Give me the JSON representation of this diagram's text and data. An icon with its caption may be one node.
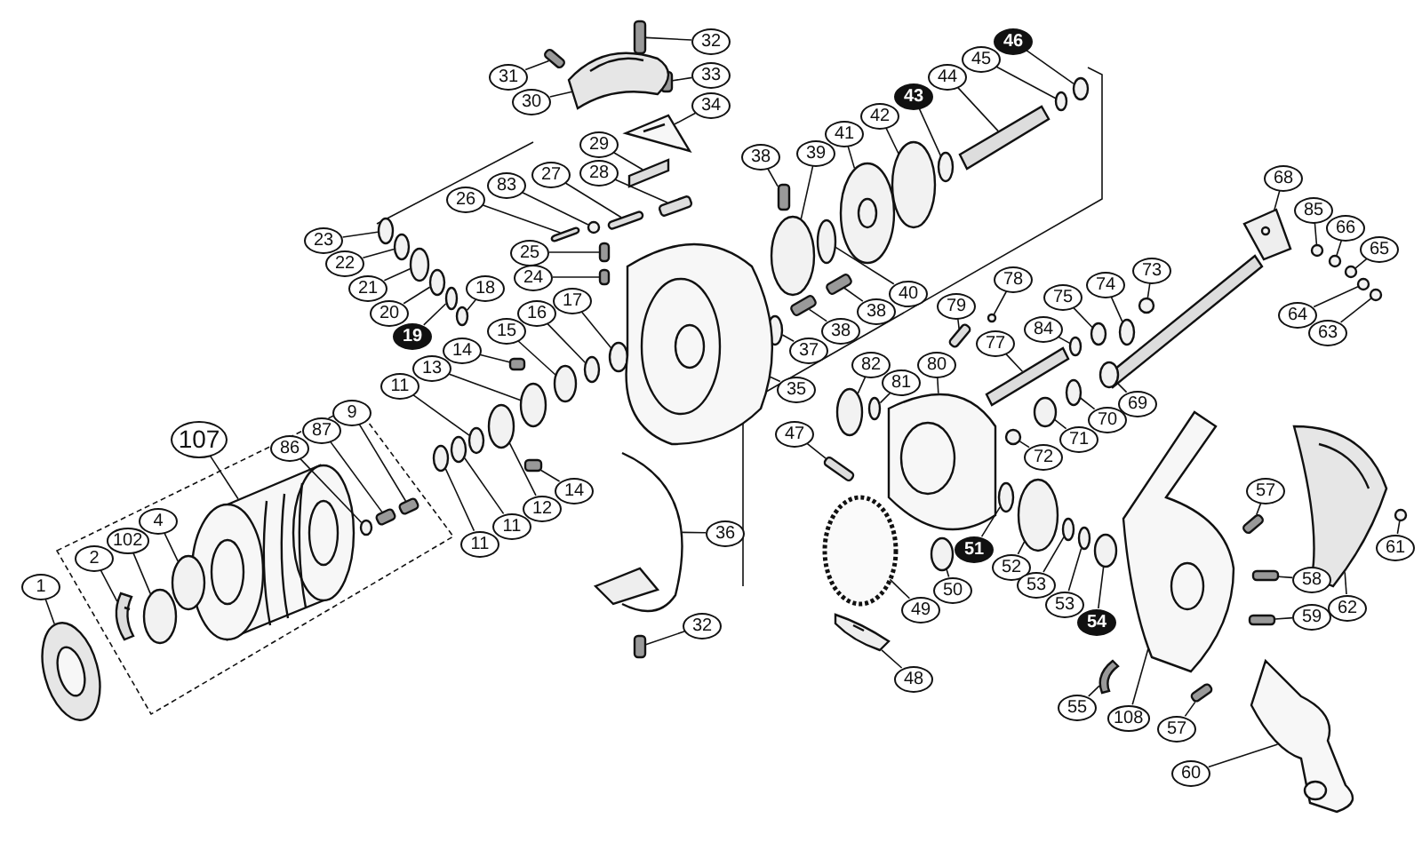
{
  "diagram": {
    "nodes": [
      {
        "text": [
          "32"
        ]
      },
      {
        "text": [
          "31"
        ]
      },
      {
        "text": [
          "33"
        ]
      },
      {
        "text": [
          "30"
        ]
      },
      {
        "text": [
          "34"
        ]
      },
      {
        "text": [
          "29"
        ]
      },
      {
        "text": [
          "28"
        ]
      },
      {
        "text": [
          "27"
        ]
      },
      {
        "text": [
          "83"
        ]
      },
      {
        "text": [
          "26"
        ]
      },
      {
        "text": [
          "25"
        ]
      },
      {
        "text": [
          "24"
        ]
      },
      {
        "text": [
          "23"
        ]
      },
      {
        "text": [
          "22"
        ]
      },
      {
        "text": [
          "21"
        ]
      },
      {
        "text": [
          "18"
        ]
      },
      {
        "text": [
          "17"
        ]
      },
      {
        "text": [
          "20"
        ]
      },
      {
        "text": [
          "16"
        ]
      },
      {
        "text": [
          "15"
        ]
      },
      {
        "text": [
          "19"
        ]
      },
      {
        "text": [
          "14"
        ]
      },
      {
        "text": [
          "13"
        ]
      },
      {
        "text": [
          "11"
        ]
      },
      {
        "text": [
          "9"
        ]
      },
      {
        "text": [
          "87"
        ]
      },
      {
        "text": [
          "107"
        ]
      },
      {
        "text": [
          "86"
        ]
      },
      {
        "text": [
          "4"
        ]
      },
      {
        "text": [
          "102"
        ]
      },
      {
        "text": [
          "2"
        ]
      },
      {
        "text": [
          "1"
        ]
      },
      {
        "text": [
          "14"
        ]
      },
      {
        "text": [
          "12"
        ]
      },
      {
        "text": [
          "11"
        ]
      },
      {
        "text": [
          "11"
        ]
      },
      {
        "text": [
          "36"
        ]
      },
      {
        "text": [
          "32"
        ]
      },
      {
        "text": [
          "46"
        ]
      },
      {
        "text": [
          "45"
        ]
      },
      {
        "text": [
          "44"
        ]
      },
      {
        "text": [
          "43"
        ]
      },
      {
        "text": [
          "42"
        ]
      },
      {
        "text": [
          "41"
        ]
      },
      {
        "text": [
          "39"
        ]
      },
      {
        "text": [
          "38"
        ]
      },
      {
        "text": [
          "68"
        ]
      },
      {
        "text": [
          "85"
        ]
      },
      {
        "text": [
          "66"
        ]
      },
      {
        "text": [
          "65"
        ]
      },
      {
        "text": [
          "73"
        ]
      },
      {
        "text": [
          "78"
        ]
      },
      {
        "text": [
          "40"
        ]
      },
      {
        "text": [
          "74"
        ]
      },
      {
        "text": [
          "79"
        ]
      },
      {
        "text": [
          "38"
        ]
      },
      {
        "text": [
          "75"
        ]
      },
      {
        "text": [
          "64"
        ]
      },
      {
        "text": [
          "84"
        ]
      },
      {
        "text": [
          "38"
        ]
      },
      {
        "text": [
          "63"
        ]
      },
      {
        "text": [
          "77"
        ]
      },
      {
        "text": [
          "37"
        ]
      },
      {
        "text": [
          "82"
        ]
      },
      {
        "text": [
          "80"
        ]
      },
      {
        "text": [
          "35"
        ]
      },
      {
        "text": [
          "81"
        ]
      },
      {
        "text": [
          "69"
        ]
      },
      {
        "text": [
          "70"
        ]
      },
      {
        "text": [
          "47"
        ]
      },
      {
        "text": [
          "71"
        ]
      },
      {
        "text": [
          "72"
        ]
      },
      {
        "text": [
          "57"
        ]
      },
      {
        "text": [
          "51"
        ]
      },
      {
        "text": [
          "61"
        ]
      },
      {
        "text": [
          "62"
        ]
      },
      {
        "text": [
          "52"
        ]
      },
      {
        "text": [
          "58"
        ]
      },
      {
        "text": [
          "53"
        ]
      },
      {
        "text": [
          "50"
        ]
      },
      {
        "text": [
          "53"
        ]
      },
      {
        "text": [
          "49"
        ]
      },
      {
        "text": [
          "59"
        ]
      },
      {
        "text": [
          "54"
        ]
      },
      {
        "text": [
          "48"
        ]
      },
      {
        "text": [
          "55"
        ]
      },
      {
        "text": [
          "108"
        ]
      },
      {
        "text": [
          "57"
        ]
      },
      {
        "text": [
          "60"
        ]
      },
      {
        "text": [],
        "shape": "box"
      },
      {
        "text": [],
        "shape": "box"
      },
      {
        "text": [],
        "shape": "box"
      },
      {
        "text": [],
        "shape": "picture"
      },
      {
        "text": [],
        "shape": "picture"
      },
      {
        "text": [],
        "shape": "bar"
      },
      {
        "text": [],
        "shape": "bar"
      },
      {
        "text": [],
        "shape": "bar"
      },
      {
        "text": [],
        "shape": "circle"
      },
      {
        "text": [],
        "shape": "bar"
      },
      {
        "text": [],
        "shape": "box"
      },
      {
        "text": [],
        "shape": "box"
      },
      {
        "text": [],
        "shape": "circle"
      },
      {
        "text": [],
        "shape": "circle"
      },
      {
        "text": [],
        "shape": "circle"
      },
      {
        "text": [],
        "shape": "circle"
      },
      {
        "text": [],
        "shape": "circle"
      },
      {
        "text": [],
        "shape": "circle"
      },
      {
        "text": [],
        "shape": "circle"
      },
      {
        "text": [],
        "shape": "circle"
      },
      {
        "text": [],
        "shape": "circle"
      },
      {
        "text": [],
        "shape": "box"
      },
      {
        "text": [],
        "shape": "circle"
      },
      {
        "text": [],
        "shape": "circle"
      },
      {
        "text": [],
        "shape": "box"
      },
      {
        "text": [],
        "shape": "box"
      },
      {
        "text": [],
        "shape": "picture"
      },
      {
        "text": [],
        "shape": "circle"
      },
      {
        "text": [],
        "shape": "circle"
      },
      {
        "text": [],
        "shape": "circle"
      },
      {
        "text": [],
        "shape": "picture"
      },
      {
        "text": [],
        "shape": "picture"
      },
      {
        "text": [],
        "shape": "box"
      },
      {
        "text": [],
        "shape": "circle"
      },
      {
        "text": [],
        "shape": "circle"
      },
      {
        "text": [],
        "shape": "circle"
      },
      {
        "text": [],
        "shape": "picture"
      },
      {
        "text": [],
        "shape": "box"
      },
      {
        "text": [],
        "shape": "circle"
      },
      {
        "text": [],
        "shape": "circle"
      },
      {
        "text": [],
        "shape": "bar"
      },
      {
        "text": [],
        "shape": "circle"
      },
      {
        "text": [],
        "shape": "circle"
      },
      {
        "text": [],
        "shape": "circle"
      },
      {
        "text": [],
        "shape": "circle"
      },
      {
        "text": [],
        "shape": "box"
      },
      {
        "text": [],
        "shape": "picture"
      },
      {
        "text": [],
        "shape": "circle"
      },
      {
        "text": [],
        "shape": "circle"
      },
      {
        "text": [],
        "shape": "circle"
      },
      {
        "text": [],
        "shape": "circle"
      },
      {
        "text": [],
        "shape": "circle"
      },
      {
        "text": [],
        "shape": "circle"
      },
      {
        "text": [],
        "shape": "circle"
      },
      {
        "text": [],
        "shape": "bar"
      },
      {
        "text": [],
        "shape": "box"
      },
      {
        "text": [],
        "shape": "circle"
      },
      {
        "text": [],
        "shape": "circle"
      },
      {
        "text": [],
        "shape": "circle"
      },
      {
        "text": [],
        "shape": "box"
      },
      {
        "text": [],
        "shape": "circle"
      },
      {
        "text": [],
        "shape": "bar"
      },
      {
        "text": [],
        "shape": "circle"
      },
      {
        "text": [],
        "shape": "circle"
      },
      {
        "text": [],
        "shape": "picture"
      },
      {
        "text": [],
        "shape": "picture"
      },
      {
        "text": [],
        "shape": "circle"
      },
      {
        "text": [],
        "shape": "circle"
      },
      {
        "text": [],
        "shape": "circle"
      },
      {
        "text": [],
        "shape": "bar"
      },
      {
        "text": [],
        "shape": "circle"
      },
      {
        "text": [],
        "shape": "circle"
      },
      {
        "text": [],
        "shape": "box"
      },
      {
        "text": [],
        "shape": "circle"
      },
      {
        "text": [],
        "shape": "circle"
      },
      {
        "text": [],
        "shape": "picture"
      },
      {
        "text": [],
        "shape": "circle"
      },
      {
        "text": [],
        "shape": "box"
      },
      {
        "text": [],
        "shape": "circle"
      },
      {
        "text": [],
        "shape": "circle"
      },
      {
        "text": [],
        "shape": "circle"
      },
      {
        "text": [],
        "shape": "circle"
      },
      {
        "text": [],
        "shape": "box"
      },
      {
        "text": [],
        "shape": "circle"
      },
      {
        "text": [],
        "shape": "picture"
      },
      {
        "text": [],
        "shape": "picture"
      },
      {
        "text": [],
        "shape": "picture"
      },
      {
        "text": [],
        "shape": "box"
      },
      {
        "text": [],
        "shape": "picture"
      }
    ],
    "edges": [
      {
        "from": 0,
        "to": 89,
        "arrow": "none"
      },
      {
        "from": 1,
        "to": 90,
        "arrow": "none"
      },
      {
        "from": 2,
        "to": 91,
        "arrow": "none"
      },
      {
        "from": 3,
        "to": 92,
        "arrow": "none"
      },
      {
        "from": 4,
        "to": 93,
        "arrow": "none"
      },
      {
        "from": 5,
        "to": 94,
        "arrow": "none"
      },
      {
        "from": 6,
        "to": 95,
        "arrow": "none"
      },
      {
        "from": 7,
        "to": 96,
        "arrow": "none"
      },
      {
        "from": 8,
        "to": 97,
        "arrow": "none"
      },
      {
        "from": 9,
        "to": 98,
        "arrow": "none"
      },
      {
        "from": 10,
        "to": 99,
        "arrow": "none"
      },
      {
        "from": 11,
        "to": 100,
        "arrow": "none"
      },
      {
        "from": 12,
        "to": 101,
        "arrow": "none"
      },
      {
        "from": 13,
        "to": 102,
        "arrow": "none"
      },
      {
        "from": 14,
        "to": 103,
        "arrow": "none"
      },
      {
        "from": 15,
        "to": 104,
        "arrow": "none"
      },
      {
        "from": 16,
        "to": 105,
        "arrow": "none"
      },
      {
        "from": 17,
        "to": 106,
        "arrow": "none"
      },
      {
        "from": 18,
        "to": 107,
        "arrow": "none"
      },
      {
        "from": 19,
        "to": 108,
        "arrow": "none"
      },
      {
        "from": 20,
        "to": 109,
        "arrow": "none"
      },
      {
        "from": 21,
        "to": 110,
        "arrow": "none"
      },
      {
        "from": 22,
        "to": 111,
        "arrow": "none"
      },
      {
        "from": 23,
        "to": 112,
        "arrow": "none"
      },
      {
        "from": 24,
        "to": 113,
        "arrow": "none"
      },
      {
        "from": 25,
        "to": 114,
        "arrow": "none"
      },
      {
        "from": 26,
        "to": 115,
        "arrow": "none"
      },
      {
        "from": 27,
        "to": 116,
        "arrow": "none"
      },
      {
        "from": 28,
        "to": 117,
        "arrow": "none"
      },
      {
        "from": 29,
        "to": 118,
        "arrow": "none"
      },
      {
        "from": 30,
        "to": 119,
        "arrow": "none"
      },
      {
        "from": 31,
        "to": 120,
        "arrow": "none"
      },
      {
        "from": 32,
        "to": 121,
        "arrow": "none"
      },
      {
        "from": 33,
        "to": 122,
        "arrow": "none"
      },
      {
        "from": 34,
        "to": 123,
        "arrow": "none"
      },
      {
        "from": 35,
        "to": 124,
        "arrow": "none"
      },
      {
        "from": 36,
        "to": 125,
        "arrow": "none"
      },
      {
        "from": 37,
        "to": 126,
        "arrow": "none"
      },
      {
        "from": 38,
        "to": 127,
        "arrow": "none"
      },
      {
        "from": 39,
        "to": 128,
        "arrow": "none"
      },
      {
        "from": 40,
        "to": 129,
        "arrow": "none"
      },
      {
        "from": 41,
        "to": 130,
        "arrow": "none"
      },
      {
        "from": 42,
        "to": 131,
        "arrow": "none"
      },
      {
        "from": 43,
        "to": 132,
        "arrow": "none"
      },
      {
        "from": 44,
        "to": 133,
        "arrow": "none"
      },
      {
        "from": 45,
        "to": 134,
        "arrow": "none"
      },
      {
        "from": 46,
        "to": 135,
        "arrow": "none"
      },
      {
        "from": 47,
        "to": 136,
        "arrow": "none"
      },
      {
        "from": 48,
        "to": 137,
        "arrow": "none"
      },
      {
        "from": 49,
        "to": 138,
        "arrow": "none"
      },
      {
        "from": 50,
        "to": 139,
        "arrow": "none"
      },
      {
        "from": 51,
        "to": 140,
        "arrow": "none"
      },
      {
        "from": 52,
        "to": 141,
        "arrow": "none"
      },
      {
        "from": 53,
        "to": 142,
        "arrow": "none"
      },
      {
        "from": 54,
        "to": 143,
        "arrow": "none"
      },
      {
        "from": 55,
        "to": 144,
        "arrow": "none"
      },
      {
        "from": 56,
        "to": 145,
        "arrow": "none"
      },
      {
        "from": 57,
        "to": 146,
        "arrow": "none"
      },
      {
        "from": 58,
        "to": 147,
        "arrow": "none"
      },
      {
        "from": 59,
        "to": 148,
        "arrow": "none"
      },
      {
        "from": 60,
        "to": 149,
        "arrow": "none"
      },
      {
        "from": 61,
        "to": 150,
        "arrow": "none"
      },
      {
        "from": 62,
        "to": 151,
        "arrow": "none"
      },
      {
        "from": 63,
        "to": 152,
        "arrow": "none"
      },
      {
        "from": 64,
        "to": 153,
        "arrow": "none"
      },
      {
        "from": 65,
        "to": 154,
        "arrow": "none"
      },
      {
        "from": 66,
        "to": 155,
        "arrow": "none"
      },
      {
        "from": 67,
        "to": 156,
        "arrow": "none"
      },
      {
        "from": 68,
        "to": 157,
        "arrow": "none"
      },
      {
        "from": 69,
        "to": 158,
        "arrow": "none"
      },
      {
        "from": 70,
        "to": 159,
        "arrow": "none"
      },
      {
        "from": 71,
        "to": 160,
        "arrow": "none"
      },
      {
        "from": 72,
        "to": 161,
        "arrow": "none"
      },
      {
        "from": 73,
        "to": 162,
        "arrow": "none"
      },
      {
        "from": 74,
        "to": 163,
        "arrow": "none"
      },
      {
        "from": 75,
        "to": 164,
        "arrow": "none"
      },
      {
        "from": 76,
        "to": 165,
        "arrow": "none"
      },
      {
        "from": 77,
        "to": 166,
        "arrow": "none"
      },
      {
        "from": 78,
        "to": 167,
        "arrow": "none"
      },
      {
        "from": 79,
        "to": 168,
        "arrow": "none"
      },
      {
        "from": 80,
        "to": 169,
        "arrow": "none"
      },
      {
        "from": 81,
        "to": 170,
        "arrow": "none"
      },
      {
        "from": 82,
        "to": 171,
        "arrow": "none"
      },
      {
        "from": 83,
        "to": 172,
        "arrow": "none"
      },
      {
        "from": 84,
        "to": 173,
        "arrow": "none"
      },
      {
        "from": 85,
        "to": 174,
        "arrow": "none"
      },
      {
        "from": 86,
        "to": 175,
        "arrow": "none"
      },
      {
        "from": 87,
        "to": 176,
        "arrow": "none"
      },
      {
        "from": 88,
        "to": 177,
        "arrow": "none"
      }
    ]
  }
}
